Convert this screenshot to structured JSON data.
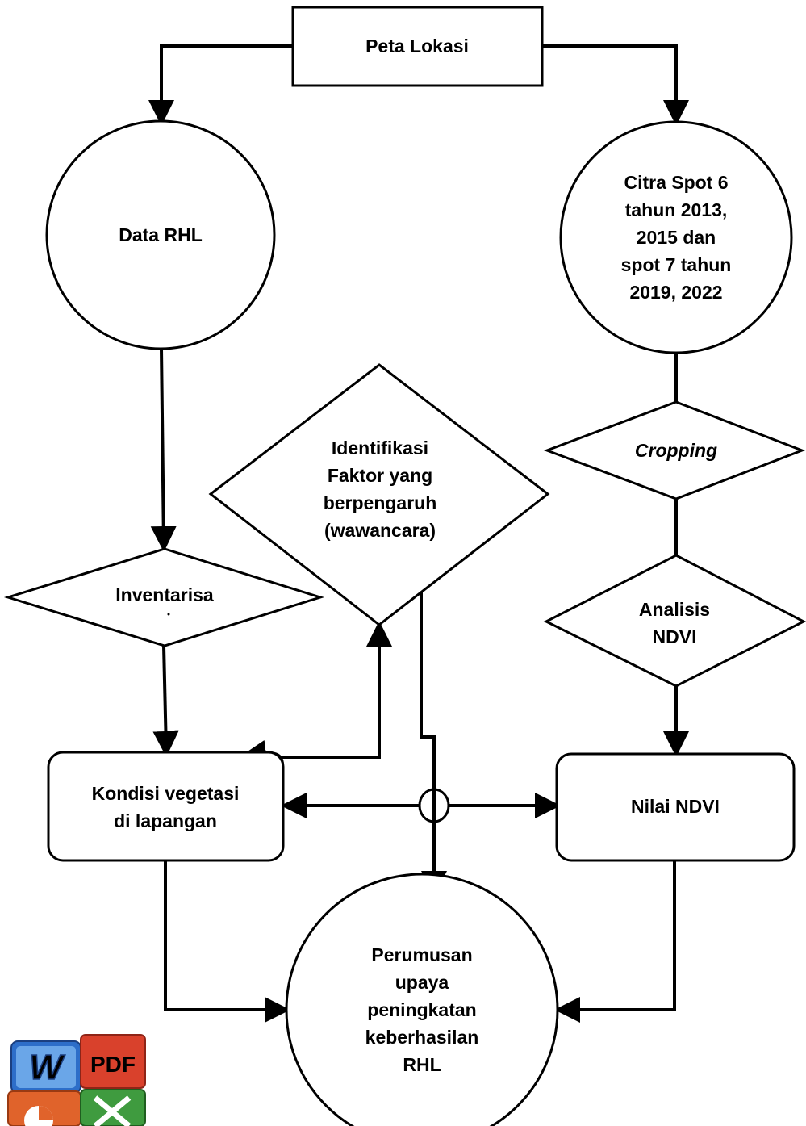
{
  "nodes": {
    "peta_lokasi": [
      "Peta Lokasi"
    ],
    "data_rhl": [
      "Data RHL"
    ],
    "citra_spot": [
      "Citra Spot 6",
      "tahun 2013,",
      "2015 dan",
      "spot 7 tahun",
      "2019, 2022"
    ],
    "cropping": [
      "Cropping"
    ],
    "identifikasi": [
      "Identifikasi",
      "Faktor yang",
      "berpengaruh",
      "(wawancara)"
    ],
    "inventarisasi": [
      "Inventarisa"
    ],
    "analisis_ndvi": [
      "Analisis",
      "NDVI"
    ],
    "kondisi_vegetasi": [
      "Kondisi vegetasi",
      "di lapangan"
    ],
    "nilai_ndvi": [
      "Nilai NDVI"
    ],
    "perumusan": [
      "Perumusan",
      "upaya",
      "peningkatan",
      "keberhasilan",
      "RHL"
    ]
  },
  "icons": {
    "word": "W",
    "pdf": "PDF"
  },
  "colors": {
    "stroke": "#000000",
    "fill": "#ffffff",
    "pdf_red": "#d9412c",
    "word_blue": "#2d6ec9",
    "excel_green": "#3f9b3f",
    "ppt_orange": "#e0632b"
  }
}
